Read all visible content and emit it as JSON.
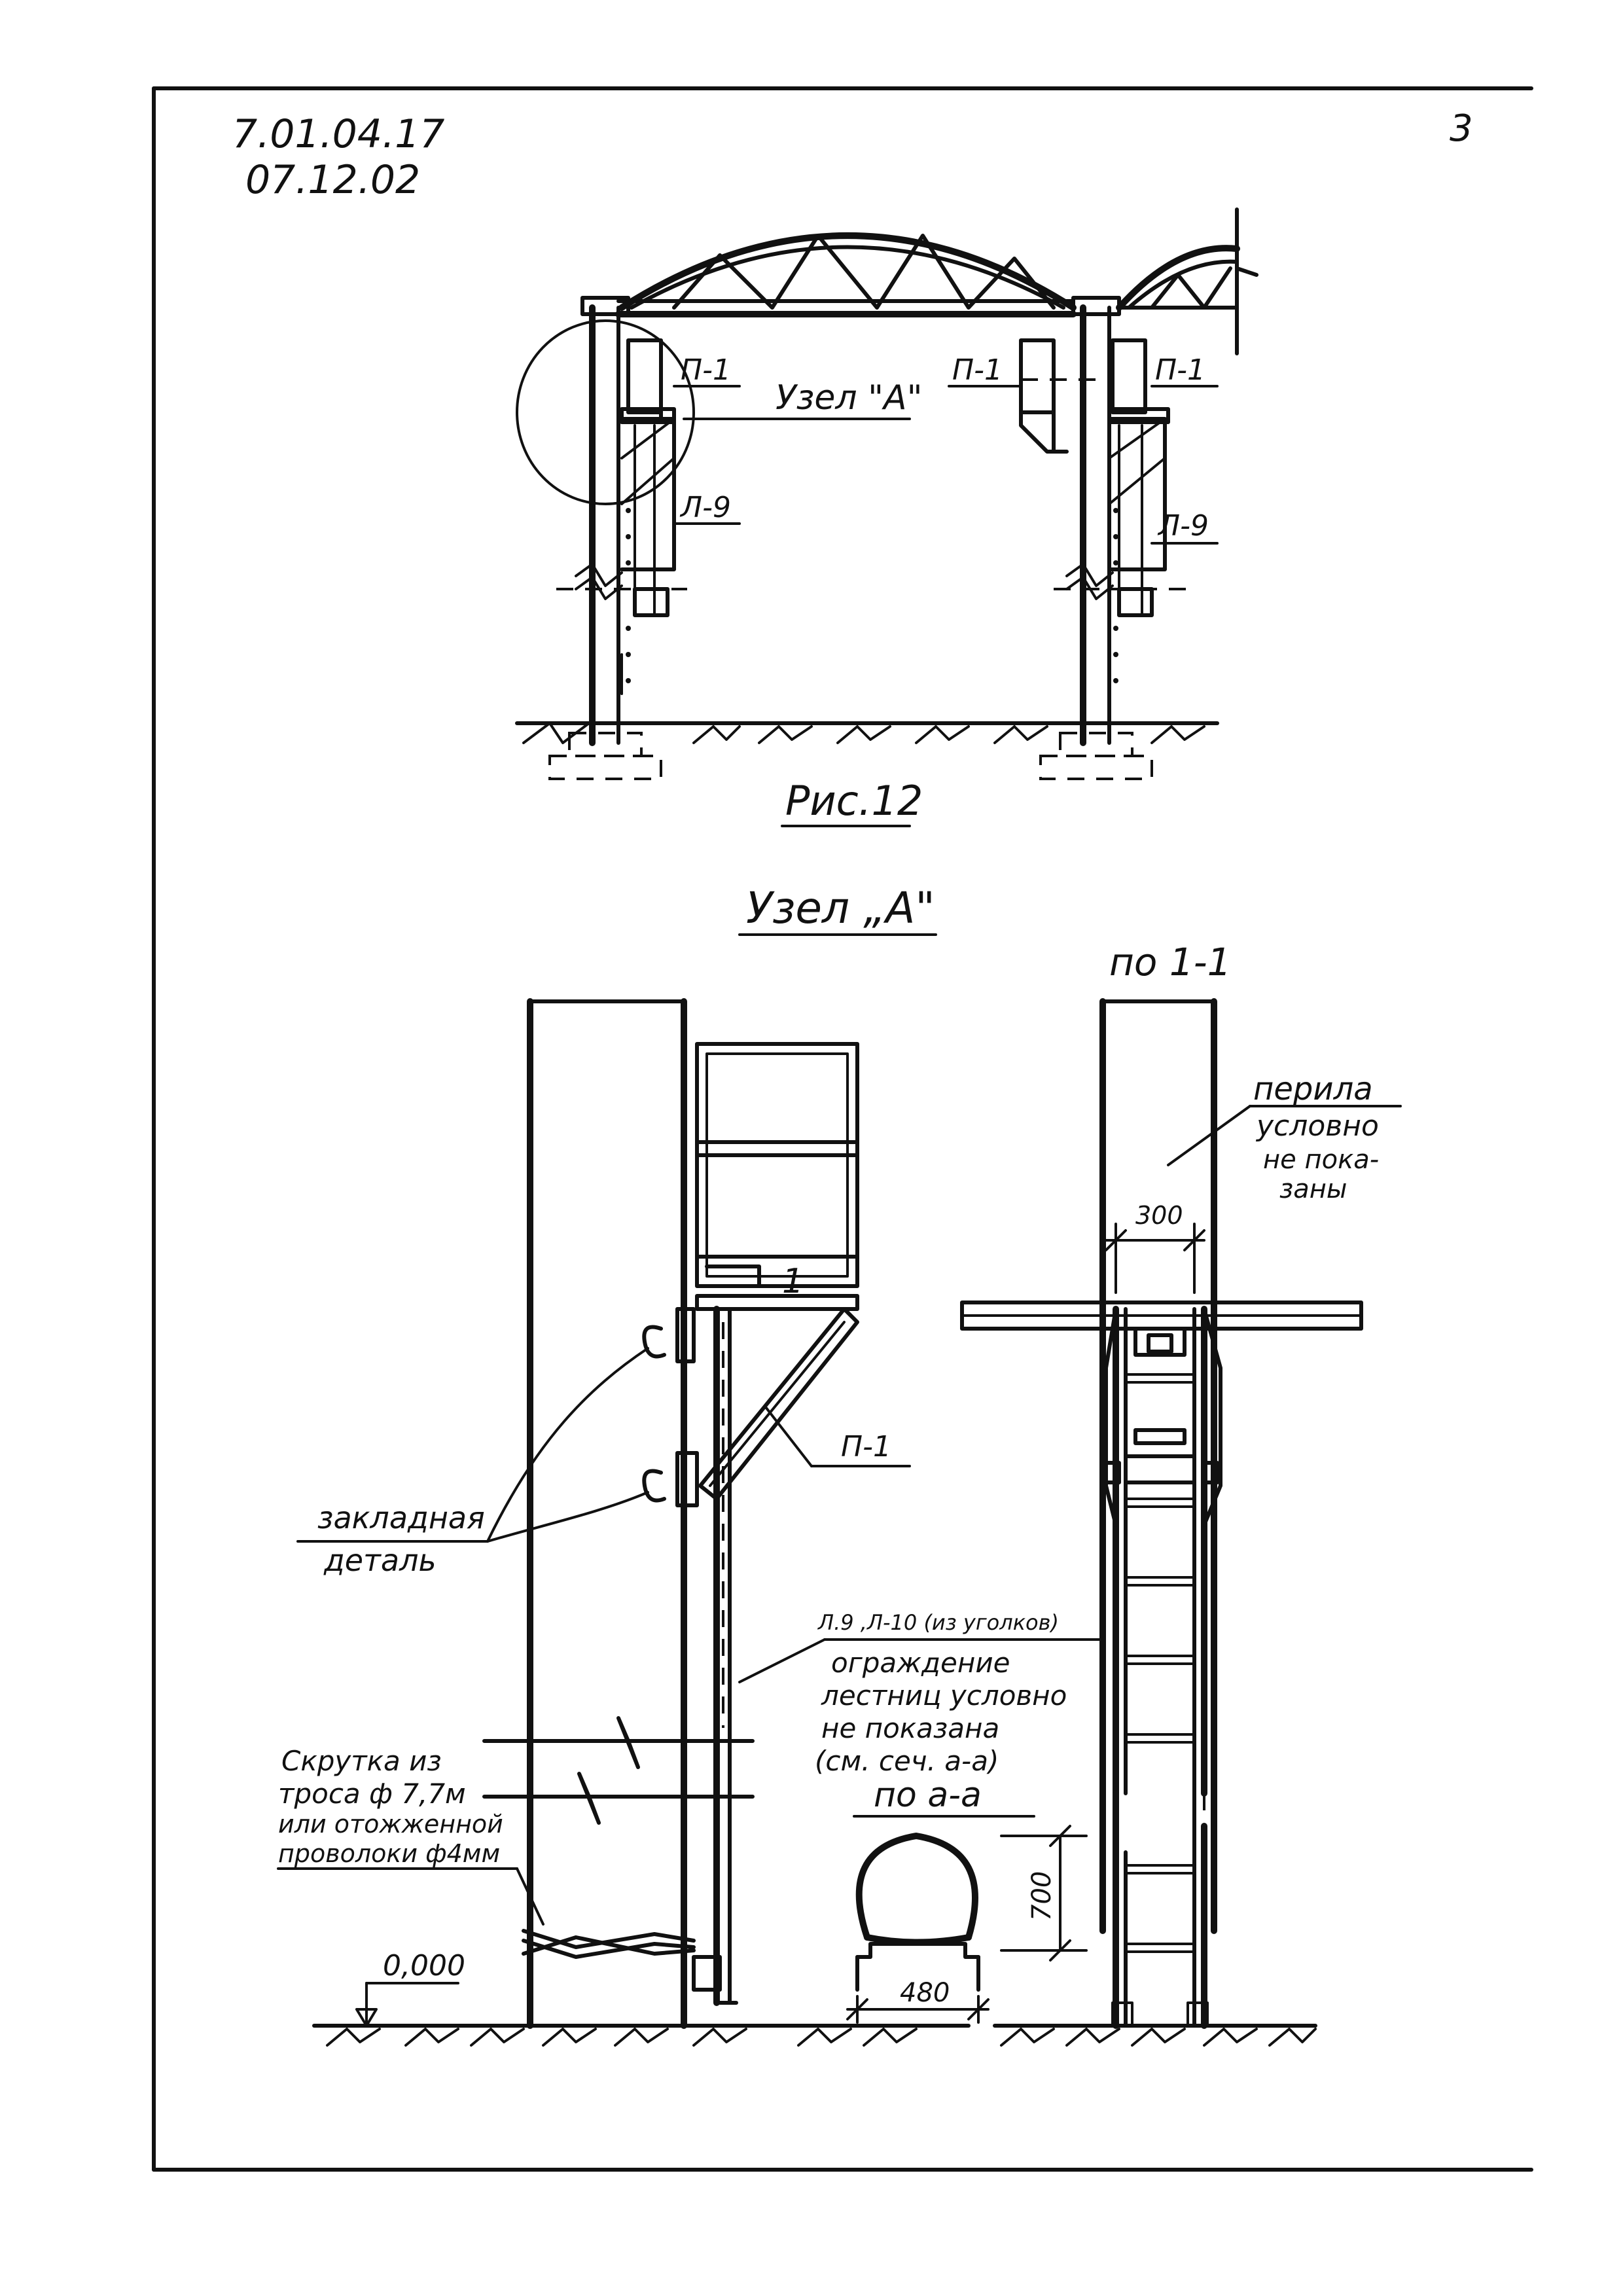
{
  "header": {
    "doc_code": "7.01.04.17",
    "doc_date": "07.12.02",
    "page_number": "3"
  },
  "figure_top": {
    "caption": "Рис.12",
    "labels": {
      "p1_left": "П-1",
      "p1_mid": "П-1",
      "p1_right": "П-1",
      "l9_left": "Л-9",
      "l9_right": "Л-9",
      "node_callout": "Узел \"А\""
    }
  },
  "detail": {
    "title": "Узел „А\"",
    "section_view_title": "по 1-1",
    "section_aa_title": "по а-а",
    "labels": {
      "cut_mark": "1",
      "p1": "П-1",
      "embedded_line1": "закладная",
      "embedded_line2": "деталь",
      "ladder_type": "Л.9 ,Л-10 (из уголков)",
      "fence_line1": "ограждение",
      "fence_line2": "лестниц условно",
      "fence_line3": "не показана",
      "fence_line4": "(см. сеч. а-а)",
      "twist_line1": "Скрутка из",
      "twist_line2": "троса ф 7,7м",
      "twist_line3": "или отожженной",
      "twist_line4": "проволоки ф4мм",
      "level": "0,000",
      "railing_line1": "перила",
      "railing_line2": "условно",
      "railing_line3": "не пока-",
      "railing_line4": "заны",
      "dim_300": "300",
      "dim_700": "700",
      "dim_480": "480"
    }
  }
}
